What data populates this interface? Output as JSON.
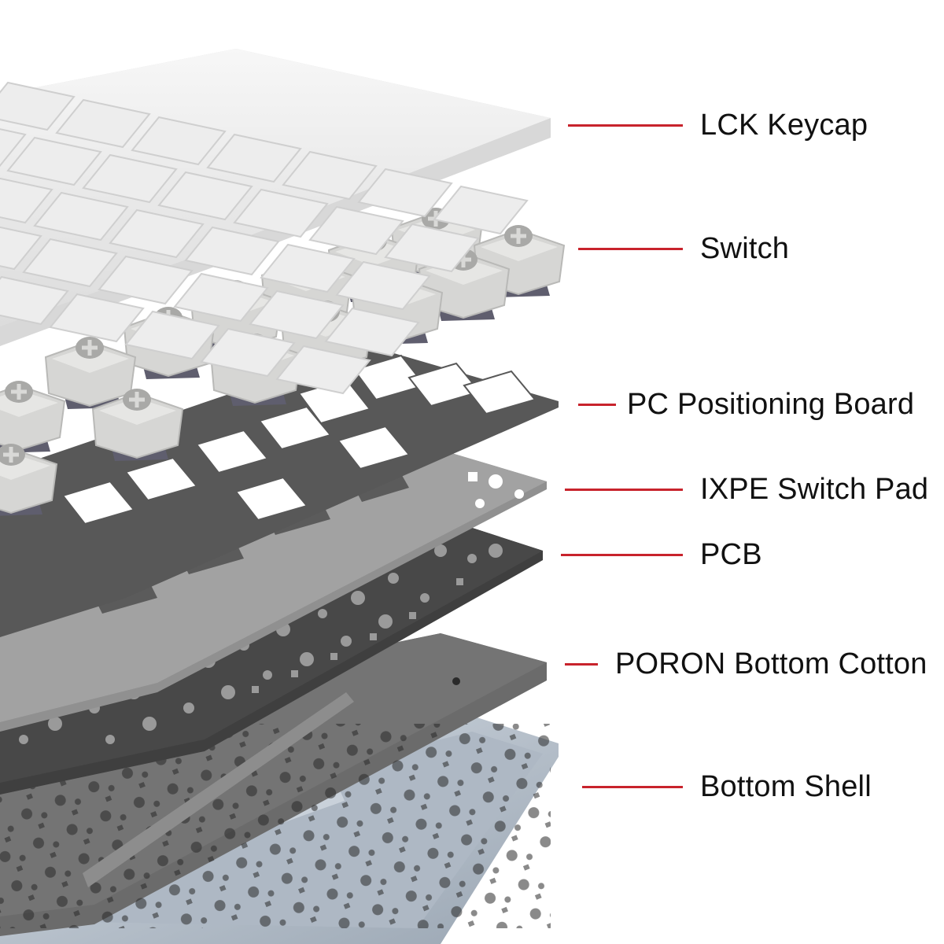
{
  "layers": [
    {
      "id": "keycap",
      "label": "LCK Keycap"
    },
    {
      "id": "switch",
      "label": "Switch"
    },
    {
      "id": "pc-plate",
      "label": "PC Positioning Board"
    },
    {
      "id": "ixpe-pad",
      "label": "IXPE Switch Pad"
    },
    {
      "id": "pcb",
      "label": "PCB"
    },
    {
      "id": "poron",
      "label": "PORON Bottom Cotton"
    },
    {
      "id": "bottom-shell",
      "label": "Bottom Shell"
    }
  ],
  "colors": {
    "leader": "#c8232c",
    "keycap": "#ededed",
    "switch_housing": "#d6d6d4",
    "switch_stem": "#a9a9a7",
    "switch_base": "#5f5e6e",
    "pc_plate": "#5a5a5a",
    "ixpe_pad": "#9c9c9c",
    "pcb": "#454545",
    "poron": "#6b6b6b",
    "bottom_shell": "#b5bfca"
  }
}
